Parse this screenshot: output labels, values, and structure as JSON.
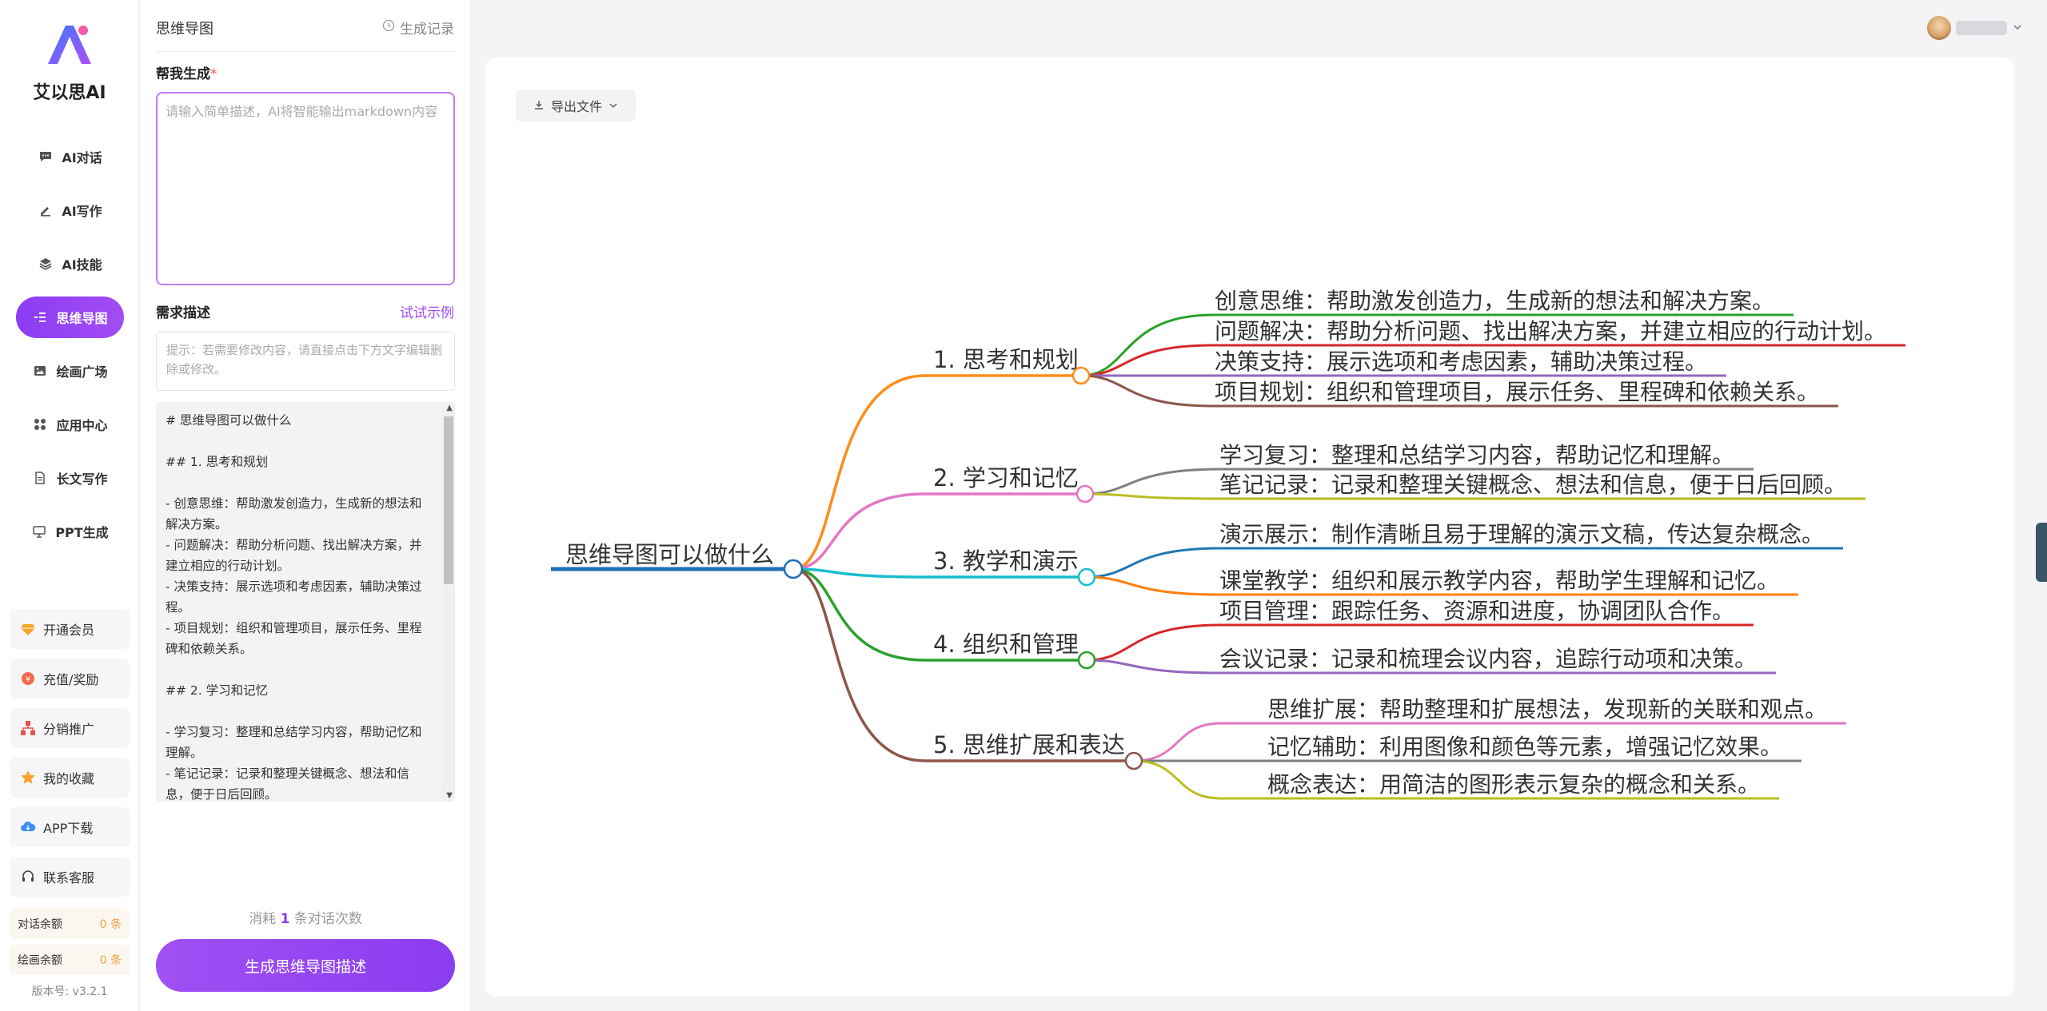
{
  "brand": {
    "name": "艾以思AI"
  },
  "nav": {
    "items": [
      {
        "label": "AI对话",
        "icon": "chat-bubble-icon"
      },
      {
        "label": "AI写作",
        "icon": "pen-icon"
      },
      {
        "label": "AI技能",
        "icon": "layers-icon"
      },
      {
        "label": "思维导图",
        "icon": "mindmap-icon",
        "active": true
      },
      {
        "label": "绘画广场",
        "icon": "image-icon"
      },
      {
        "label": "应用中心",
        "icon": "apps-icon"
      },
      {
        "label": "长文写作",
        "icon": "document-icon"
      },
      {
        "label": "PPT生成",
        "icon": "presentation-icon"
      }
    ],
    "buttons": [
      {
        "label": "开通会员",
        "icon": "diamond-icon"
      },
      {
        "label": "充值/奖励",
        "icon": "coin-icon"
      },
      {
        "label": "分销推广",
        "icon": "network-icon"
      },
      {
        "label": "我的收藏",
        "icon": "star-icon"
      },
      {
        "label": "APP下载",
        "icon": "cloud-download-icon"
      },
      {
        "label": "联系客服",
        "icon": "headset-icon"
      }
    ],
    "quota": [
      {
        "label": "对话余额",
        "value": "0 条"
      },
      {
        "label": "绘画余额",
        "value": "0 条"
      }
    ],
    "version": "版本号: v3.2.1"
  },
  "panel": {
    "title": "思维导图",
    "history_label": "生成记录",
    "help_label": "帮我生成",
    "required_mark": "*",
    "prompt_placeholder": "请输入简单描述，AI将智能输出markdown内容",
    "desc_label": "需求描述",
    "try_example": "试试示例",
    "desc_placeholder": "提示：若需要修改内容，请直接点击下方文字编辑删除或修改。",
    "markdown": "# 思维导图可以做什么\n\n## 1. 思考和规划\n\n- 创意思维：帮助激发创造力，生成新的想法和解决方案。\n- 问题解决：帮助分析问题、找出解决方案，并建立相应的行动计划。\n- 决策支持：展示选项和考虑因素，辅助决策过程。\n- 项目规划：组织和管理项目，展示任务、里程碑和依赖关系。\n\n## 2. 学习和记忆\n\n- 学习复习：整理和总结学习内容，帮助记忆和理解。\n- 笔记记录：记录和整理关键概念、想法和信息，便于日后回顾。",
    "cost_prefix": "消耗",
    "cost_num": "1",
    "cost_suffix": "条对话次数",
    "generate_label": "生成思维导图描述"
  },
  "canvas": {
    "export_label": "导出文件",
    "mindmap": {
      "root": "思维导图可以做什么",
      "root_color": "#1f6fb5",
      "branches": [
        {
          "label": "1. 思考和规划",
          "color": "#ff8c1a",
          "children": [
            {
              "text": "创意思维：帮助激发创造力，生成新的想法和解决方案。",
              "color": "#2ca02c"
            },
            {
              "text": "问题解决：帮助分析问题、找出解决方案，并建立相应的行动计划。",
              "color": "#d62728"
            },
            {
              "text": "决策支持：展示选项和考虑因素，辅助决策过程。",
              "color": "#9467bd"
            },
            {
              "text": "项目规划：组织和管理项目，展示任务、里程碑和依赖关系。",
              "color": "#8c564b"
            }
          ]
        },
        {
          "label": "2. 学习和记忆",
          "color": "#e377c2",
          "children": [
            {
              "text": "学习复习：整理和总结学习内容，帮助记忆和理解。",
              "color": "#7f7f7f"
            },
            {
              "text": "笔记记录：记录和整理关键概念、想法和信息，便于日后回顾。",
              "color": "#bcbd22"
            }
          ]
        },
        {
          "label": "3. 教学和演示",
          "color": "#17becf",
          "children": [
            {
              "text": "演示展示：制作清晰且易于理解的演示文稿，传达复杂概念。",
              "color": "#1f77b4"
            },
            {
              "text": "课堂教学：组织和展示教学内容，帮助学生理解和记忆。",
              "color": "#ff7f0e"
            }
          ]
        },
        {
          "label": "4. 组织和管理",
          "color": "#2ca02c",
          "children": [
            {
              "text": "项目管理：跟踪任务、资源和进度，协调团队合作。",
              "color": "#d62728"
            },
            {
              "text": "会议记录：记录和梳理会议内容，追踪行动项和决策。",
              "color": "#9467bd"
            }
          ]
        },
        {
          "label": "5. 思维扩展和表达",
          "color": "#8c564b",
          "children": [
            {
              "text": "思维扩展：帮助整理和扩展想法，发现新的关联和观点。",
              "color": "#e377c2"
            },
            {
              "text": "记忆辅助：利用图像和颜色等元素，增强记忆效果。",
              "color": "#7f7f7f"
            },
            {
              "text": "概念表达：用简洁的图形表示复杂的概念和关系。",
              "color": "#bcbd22"
            }
          ]
        }
      ]
    }
  }
}
